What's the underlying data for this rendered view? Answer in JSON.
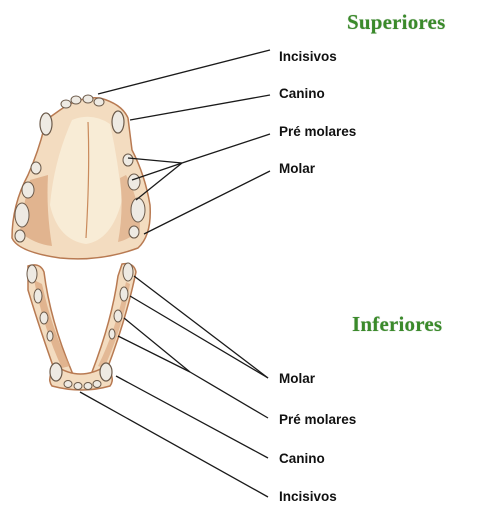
{
  "headings": {
    "upper": "Superiores",
    "lower": "Inferiores"
  },
  "upper_labels": {
    "incisors": "Incisivos",
    "canine": "Canino",
    "premolars": "Pré molares",
    "molar": "Molar"
  },
  "lower_labels": {
    "molar": "Molar",
    "premolars": "Pré molares",
    "canine": "Canino",
    "incisors": "Incisivos"
  },
  "colors": {
    "heading": "#3a8a2a",
    "label": "#111111",
    "leader_line": "#1a1a1a",
    "bone_fill": "#f3dcc0",
    "bone_light": "#f8ecd6",
    "bone_dark": "#c98a5c",
    "tooth": "#eeeae3",
    "tooth_outline": "#6b5a4a"
  }
}
